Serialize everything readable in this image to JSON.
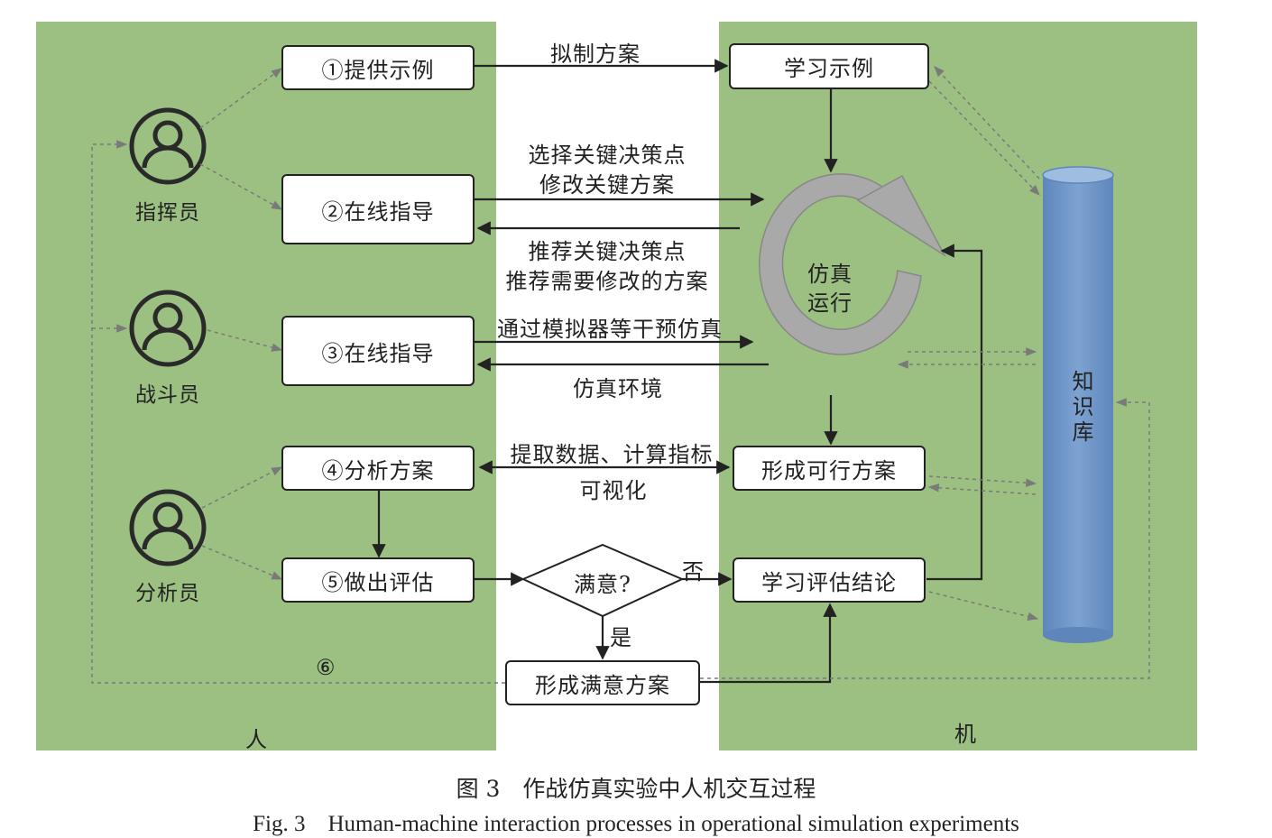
{
  "colors": {
    "human_bg": "#9bc082",
    "machine_bg": "#9bc082",
    "gap_bg": "#ffffff",
    "loop_fill": "#a9a9a9",
    "kb_fill": "#6f97c9",
    "line": "#222222",
    "dash": "#7a7a7a"
  },
  "icons": [
    "user-icon",
    "user-icon",
    "user-icon"
  ],
  "zones": {
    "human": "人",
    "machine": "机"
  },
  "roles": {
    "commander": "指挥员",
    "combatant": "战斗员",
    "analyst": "分析员"
  },
  "boxes": {
    "step1": "①提供示例",
    "step2": "②在线指导",
    "step3": "③在线指导",
    "step4": "④分析方案",
    "step5": "⑤做出评估",
    "learn_example": "学习示例",
    "form_plan": "形成可行方案",
    "learn_conclusion": "学习评估结论",
    "satisfied_plan": "形成满意方案",
    "decision": "满意?"
  },
  "edges": {
    "draft_plan": "拟制方案",
    "select_line1": "选择关键决策点",
    "select_line2": "修改关键方案",
    "recommend_line1": "推荐关键决策点",
    "recommend_line2": "推荐需要修改的方案",
    "intervene": "通过模拟器等干预仿真",
    "environment": "仿真环境",
    "extract": "提取数据、计算指标",
    "visualize": "可视化",
    "no": "否",
    "yes": "是",
    "step6": "⑥"
  },
  "simulation": {
    "line1": "仿真",
    "line2": "运行"
  },
  "knowledge_base": "知识库",
  "caption": {
    "cn": "图 3　作战仿真实验中人机交互过程",
    "en": "Fig. 3　Human-machine interaction processes in operational simulation experiments"
  }
}
